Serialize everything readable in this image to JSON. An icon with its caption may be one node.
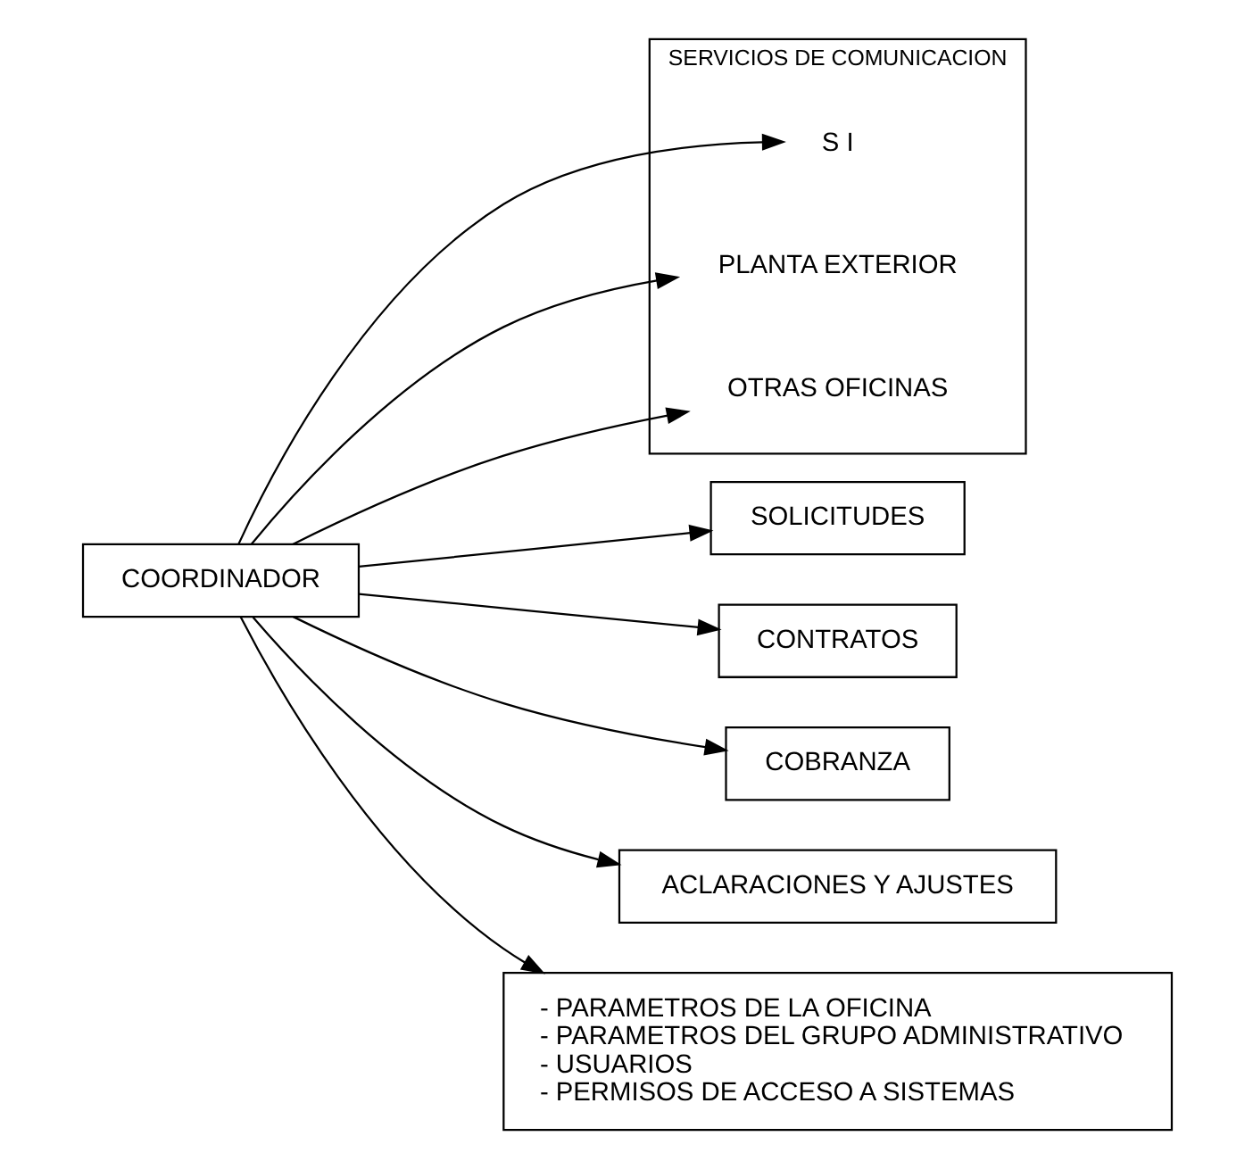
{
  "diagram": {
    "nodes": [
      {
        "text": [
          "COORDINADOR"
        ]
      },
      {
        "text": [
          "SERVICIOS DE COMUNICACION"
        ]
      },
      {
        "text": [
          "S I"
        ],
        "in": 1
      },
      {
        "text": [
          "PLANTA EXTERIOR"
        ],
        "in": 1
      },
      {
        "text": [
          "OTRAS OFICINAS"
        ],
        "in": 1
      },
      {
        "text": [
          "SOLICITUDES"
        ]
      },
      {
        "text": [
          "CONTRATOS"
        ]
      },
      {
        "text": [
          "COBRANZA"
        ]
      },
      {
        "text": [
          "ACLARACIONES Y AJUSTES"
        ]
      },
      {
        "text": [
          "- PARAMETROS DE LA OFICINA",
          "- PARAMETROS DEL GRUPO ADMINISTRATIVO",
          "- USUARIOS",
          "- PERMISOS DE ACCESO A SISTEMAS"
        ]
      }
    ],
    "edges": [
      {
        "from": 0,
        "to": 2,
        "arrow": "to"
      },
      {
        "from": 0,
        "to": 3,
        "arrow": "to"
      },
      {
        "from": 0,
        "to": 4,
        "arrow": "to"
      },
      {
        "from": 0,
        "to": 5,
        "arrow": "to"
      },
      {
        "from": 0,
        "to": 6,
        "arrow": "to"
      },
      {
        "from": 0,
        "to": 7,
        "arrow": "to"
      },
      {
        "from": 0,
        "to": 8,
        "arrow": "to"
      },
      {
        "from": 0,
        "to": 9,
        "arrow": "to"
      }
    ]
  }
}
